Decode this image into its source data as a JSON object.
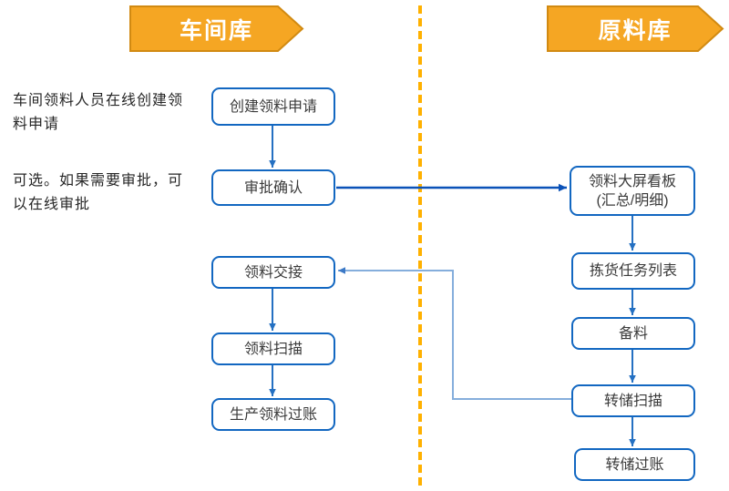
{
  "workshop": {
    "banner": "车间库",
    "notes": [
      {
        "text": "车间领料人员在线创建领料申请"
      },
      {
        "text": "可选。如果需要审批，可以在线审批"
      }
    ],
    "steps": [
      {
        "label": "创建领料申请"
      },
      {
        "label": "审批确认"
      },
      {
        "label": "领料交接"
      },
      {
        "label": "领料扫描"
      },
      {
        "label": "生产领料过账"
      }
    ]
  },
  "warehouse": {
    "banner": "原料库",
    "steps": [
      {
        "label": "领料大屏看板",
        "label2": "(汇总/明细)"
      },
      {
        "label": "拣货任务列表"
      },
      {
        "label": "备料"
      },
      {
        "label": "转储扫描"
      },
      {
        "label": "转储过账"
      }
    ]
  },
  "colors": {
    "banner_fill": "#F5A623",
    "banner_border": "#D18A12",
    "divider_dash": "#FFB100",
    "box_border": "#1267C1",
    "box_text": "#3A3A3A",
    "arrow_blue": "#2470C2",
    "arrow_dark": "#0B52B8",
    "arrow_light": "#85AEDC"
  }
}
